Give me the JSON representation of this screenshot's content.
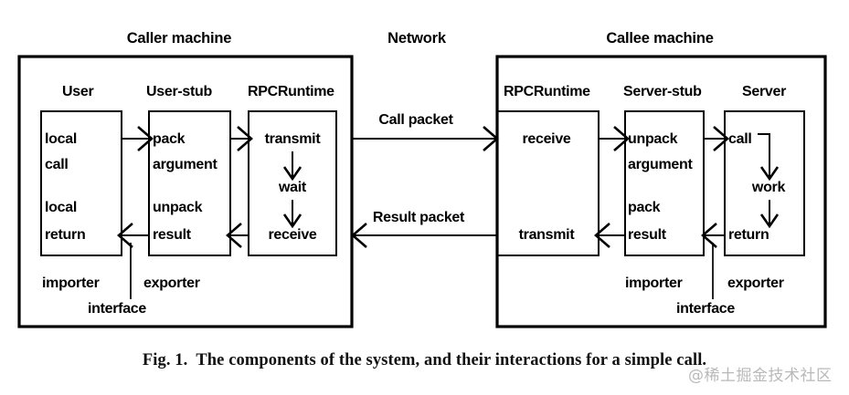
{
  "figure": {
    "caption_number": "Fig. 1.",
    "caption_text": "The components of the system, and their interactions for a simple call.",
    "watermark": "@稀土掘金技术社区",
    "ink_color": "#000000",
    "background_color": "#ffffff"
  },
  "headings": {
    "caller_machine": "Caller machine",
    "network": "Network",
    "callee_machine": "Callee machine"
  },
  "caller": {
    "columns": [
      {
        "title": "User"
      },
      {
        "title": "User-stub"
      },
      {
        "title": "RPCRuntime"
      }
    ],
    "user": {
      "call_line1": "local",
      "call_line2": "call",
      "return_line1": "local",
      "return_line2": "return"
    },
    "user_stub": {
      "pack_line1": "pack",
      "pack_line2": "argument",
      "unpack_line1": "unpack",
      "unpack_line2": "result"
    },
    "runtime": {
      "transmit": "transmit",
      "wait": "wait",
      "receive": "receive"
    },
    "roles": {
      "importer": "importer",
      "exporter": "exporter",
      "interface": "interface"
    }
  },
  "network": {
    "call_packet": "Call packet",
    "result_packet": "Result packet"
  },
  "callee": {
    "columns": [
      {
        "title": "RPCRuntime"
      },
      {
        "title": "Server-stub"
      },
      {
        "title": "Server"
      }
    ],
    "runtime": {
      "receive": "receive",
      "transmit": "transmit"
    },
    "server_stub": {
      "unpack_line1": "unpack",
      "unpack_line2": "argument",
      "pack_line1": "pack",
      "pack_line2": "result"
    },
    "server": {
      "call": "call",
      "work": "work",
      "return": "return"
    },
    "roles": {
      "importer": "importer",
      "exporter": "exporter",
      "interface": "interface"
    }
  }
}
